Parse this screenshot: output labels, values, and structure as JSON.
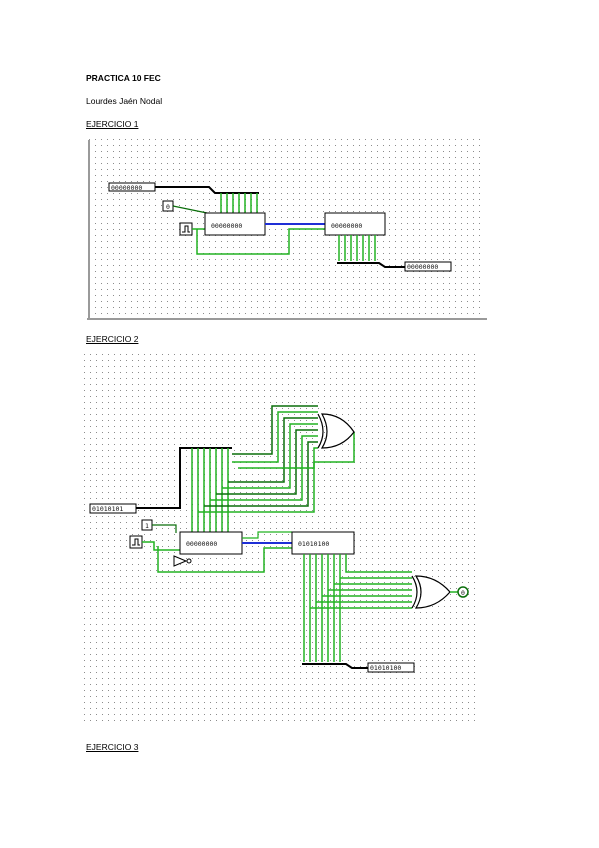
{
  "doc": {
    "title": "PRACTICA 10  FEC",
    "author": "Lourdes Jaén Nodal",
    "ex1_heading": "EJERCICIO 1",
    "ex2_heading": "EJERCICIO 2",
    "ex3_heading": "EJERCICIO 3"
  },
  "circuit1": {
    "input_pin_value": "00000000",
    "const_value": "0",
    "register_bits": "00000000",
    "register2_bits": "00000000",
    "output_pin_value": "00000000"
  },
  "circuit2": {
    "input_pin_value": "01010101",
    "const_value": "1",
    "register_bits": "00000000",
    "register2_bits": "01010100",
    "output_pin_value": "01010100",
    "led_value": "0"
  },
  "colors": {
    "wire_on": "#22b222",
    "wire_dark": "#0a6e0a",
    "bus": "#000000",
    "bus_blue": "#1f2fd6",
    "grid_dot": "#8c8c8c"
  }
}
